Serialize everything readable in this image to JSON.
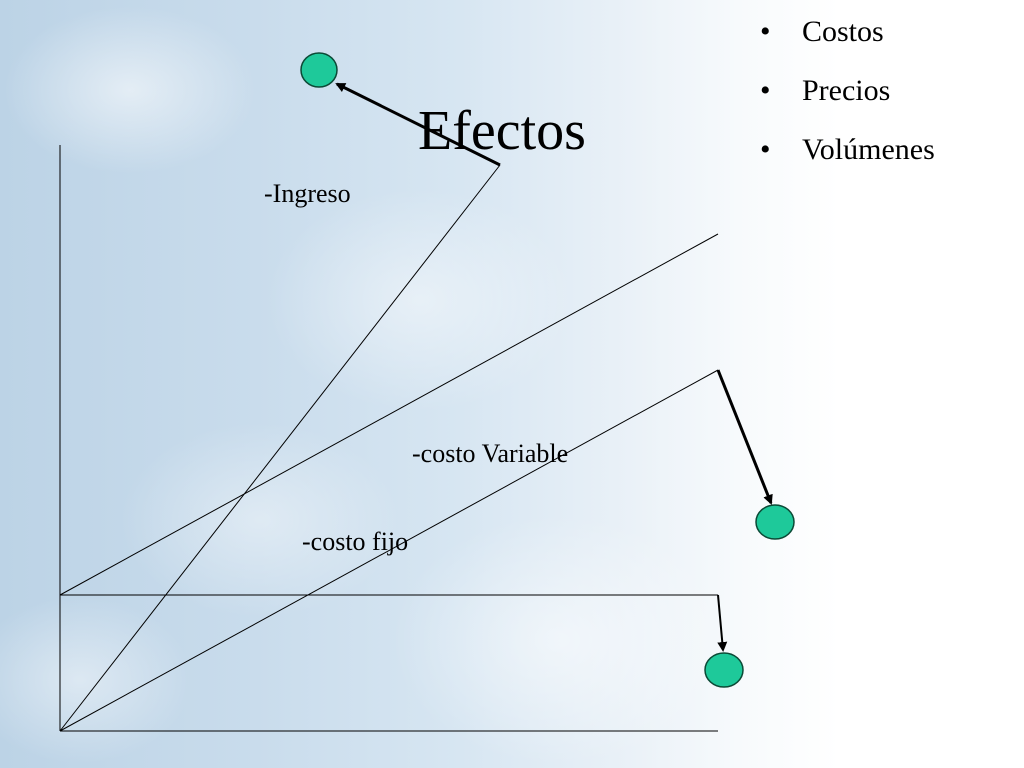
{
  "slide": {
    "title": "Efectos",
    "bullets": [
      {
        "text": "Costos"
      },
      {
        "text": "Precios"
      },
      {
        "text": "Volúmenes"
      }
    ]
  },
  "diagram": {
    "labels": {
      "ingreso": "-Ingreso",
      "costo_variable": "-costo Variable",
      "costo_fijo": "-costo fijo"
    },
    "marker_color": "#1ec99a",
    "marker_stroke": "#0b4a36",
    "line_color": "#000000"
  }
}
